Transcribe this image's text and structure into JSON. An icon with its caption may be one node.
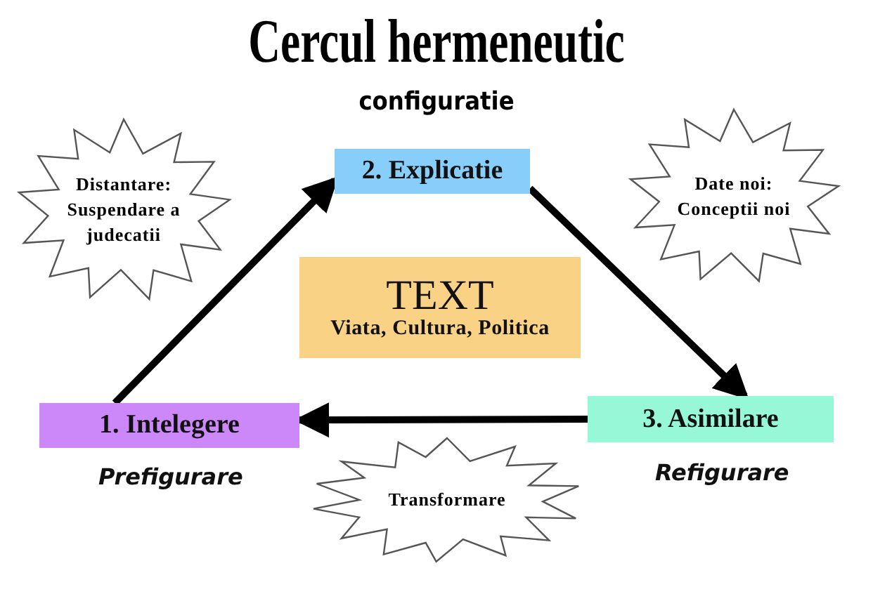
{
  "diagram": {
    "title": "Cercul hermeneutic",
    "nodes": [
      {
        "text": [
          "2. Explicatie"
        ]
      },
      {
        "text": [
          "Distantare: Suspendare a judecatii"
        ]
      },
      {
        "text": [
          "Date noi: Conceptii noi"
        ]
      },
      {
        "text": [
          "TEXT",
          "Viata, Cultura, Politica"
        ]
      },
      {
        "text": [
          "1. Intelegere"
        ],
        "beside": [
          "Prefigurare"
        ]
      },
      {
        "text": [
          "3. Asimilare"
        ],
        "beside": [
          "Refigurare"
        ]
      },
      {
        "text": [
          "Transformare"
        ]
      }
    ],
    "edges": [
      {
        "from": 4,
        "to": 0,
        "arrow": "to"
      },
      {
        "from": 0,
        "to": 5,
        "arrow": "to"
      },
      {
        "from": 5,
        "to": 4,
        "arrow": "to"
      }
    ],
    "labels": [
      "configuratie"
    ]
  }
}
